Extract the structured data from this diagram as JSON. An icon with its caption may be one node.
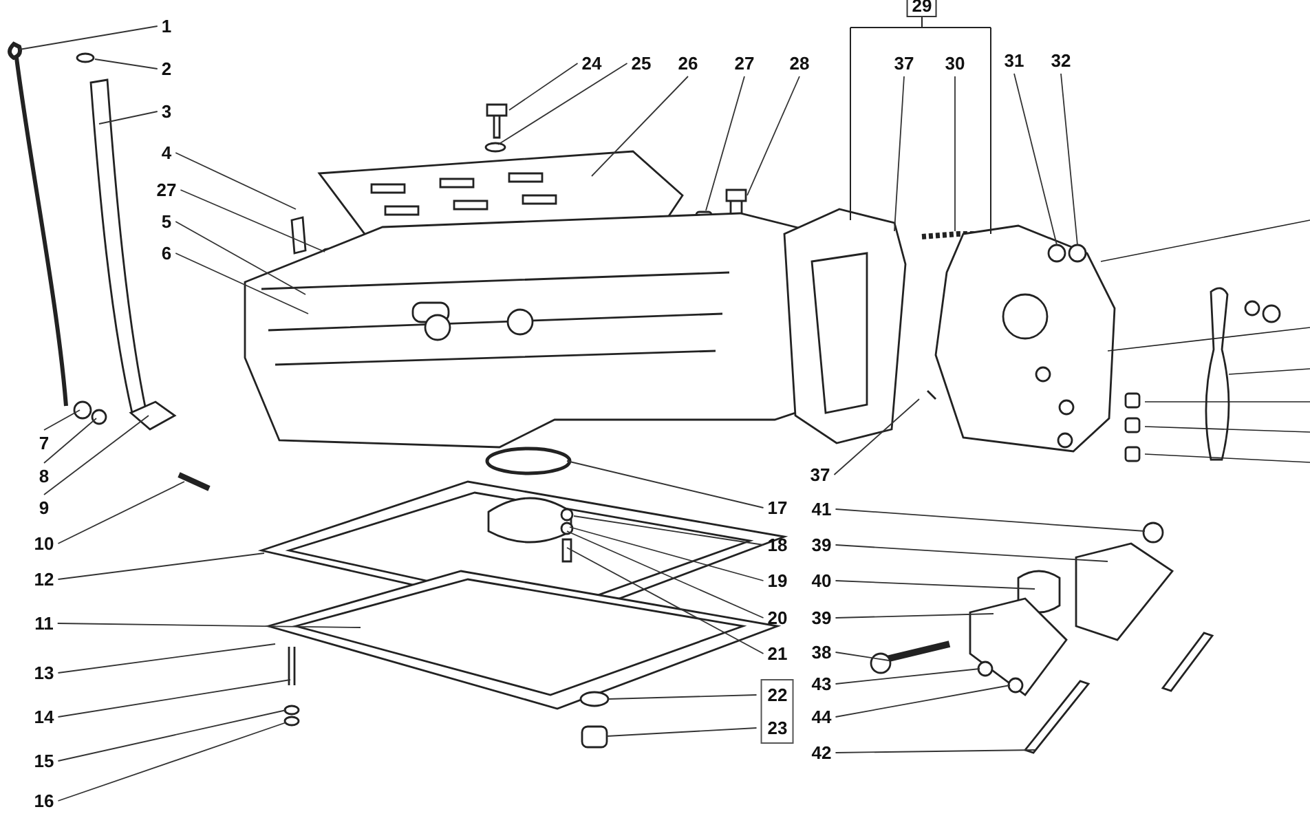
{
  "diagram": {
    "nodes": [
      {
        "text": [
          "29"
        ]
      },
      {
        "text": [
          "1"
        ]
      },
      {
        "text": [
          "2"
        ]
      },
      {
        "text": [
          "3"
        ]
      },
      {
        "text": [
          "4"
        ]
      },
      {
        "text": [
          "27"
        ]
      },
      {
        "text": [
          "5"
        ]
      },
      {
        "text": [
          "6"
        ]
      },
      {
        "text": [
          "24"
        ]
      },
      {
        "text": [
          "25"
        ]
      },
      {
        "text": [
          "26"
        ]
      },
      {
        "text": [
          "27"
        ]
      },
      {
        "text": [
          "28"
        ]
      },
      {
        "text": [
          "37"
        ]
      },
      {
        "text": [
          "30"
        ]
      },
      {
        "text": [
          "31"
        ]
      },
      {
        "text": [
          "32"
        ]
      },
      {
        "text": [
          "7"
        ]
      },
      {
        "text": [
          "8"
        ]
      },
      {
        "text": [
          "9"
        ]
      },
      {
        "text": [
          "10"
        ]
      },
      {
        "text": [
          "12"
        ]
      },
      {
        "text": [
          "11"
        ]
      },
      {
        "text": [
          "13"
        ]
      },
      {
        "text": [
          "14"
        ]
      },
      {
        "text": [
          "15"
        ]
      },
      {
        "text": [
          "16"
        ]
      },
      {
        "text": [
          "37"
        ]
      },
      {
        "text": [
          "17"
        ]
      },
      {
        "text": [
          "18"
        ]
      },
      {
        "text": [
          "19"
        ]
      },
      {
        "text": [
          "20"
        ]
      },
      {
        "text": [
          "21"
        ]
      },
      {
        "text": [
          "22",
          "23"
        ]
      },
      {
        "text": [
          "41"
        ]
      },
      {
        "text": [
          "39"
        ]
      },
      {
        "text": [
          "40"
        ]
      },
      {
        "text": [
          "39"
        ]
      },
      {
        "text": [
          "38"
        ]
      },
      {
        "text": [
          "43"
        ]
      },
      {
        "text": [
          "44"
        ]
      },
      {
        "text": [
          "42"
        ]
      }
    ],
    "edges": [
      {
        "from": 1,
        "to": null,
        "arrow": "none"
      },
      {
        "from": 2,
        "to": null,
        "arrow": "none"
      },
      {
        "from": 3,
        "to": null,
        "arrow": "none"
      },
      {
        "from": 4,
        "to": null,
        "arrow": "none"
      },
      {
        "from": 5,
        "to": null,
        "arrow": "none"
      },
      {
        "from": 6,
        "to": null,
        "arrow": "none"
      },
      {
        "from": 7,
        "to": null,
        "arrow": "none"
      },
      {
        "from": 8,
        "to": null,
        "arrow": "none"
      },
      {
        "from": 9,
        "to": null,
        "arrow": "none"
      },
      {
        "from": 10,
        "to": null,
        "arrow": "none"
      },
      {
        "from": 11,
        "to": null,
        "arrow": "none"
      },
      {
        "from": 12,
        "to": null,
        "arrow": "none"
      },
      {
        "from": 13,
        "to": null,
        "arrow": "none"
      },
      {
        "from": 14,
        "to": null,
        "arrow": "none"
      },
      {
        "from": 15,
        "to": null,
        "arrow": "none"
      },
      {
        "from": 16,
        "to": null,
        "arrow": "none"
      },
      {
        "from": 17,
        "to": null,
        "arrow": "none"
      },
      {
        "from": 18,
        "to": null,
        "arrow": "none"
      },
      {
        "from": 19,
        "to": null,
        "arrow": "none"
      },
      {
        "from": 20,
        "to": null,
        "arrow": "none"
      },
      {
        "from": 21,
        "to": null,
        "arrow": "none"
      },
      {
        "from": 22,
        "to": null,
        "arrow": "none"
      },
      {
        "from": 23,
        "to": null,
        "arrow": "none"
      },
      {
        "from": 24,
        "to": null,
        "arrow": "none"
      },
      {
        "from": 25,
        "to": null,
        "arrow": "none"
      },
      {
        "from": 26,
        "to": null,
        "arrow": "none"
      },
      {
        "from": 27,
        "to": null,
        "arrow": "none"
      },
      {
        "from": 28,
        "to": null,
        "arrow": "none"
      },
      {
        "from": 29,
        "to": null,
        "arrow": "none"
      },
      {
        "from": 30,
        "to": null,
        "arrow": "none"
      },
      {
        "from": 31,
        "to": null,
        "arrow": "none"
      },
      {
        "from": 32,
        "to": null,
        "arrow": "none"
      },
      {
        "from": 33,
        "to": null,
        "arrow": "none"
      },
      {
        "from": 33,
        "to": null,
        "arrow": "none"
      },
      {
        "from": 34,
        "to": null,
        "arrow": "none"
      },
      {
        "from": 35,
        "to": null,
        "arrow": "none"
      },
      {
        "from": 36,
        "to": null,
        "arrow": "none"
      },
      {
        "from": 37,
        "to": null,
        "arrow": "none"
      },
      {
        "from": 38,
        "to": null,
        "arrow": "none"
      },
      {
        "from": 39,
        "to": null,
        "arrow": "none"
      },
      {
        "from": 40,
        "to": null,
        "arrow": "none"
      },
      {
        "from": 41,
        "to": null,
        "arrow": "none"
      }
    ]
  }
}
